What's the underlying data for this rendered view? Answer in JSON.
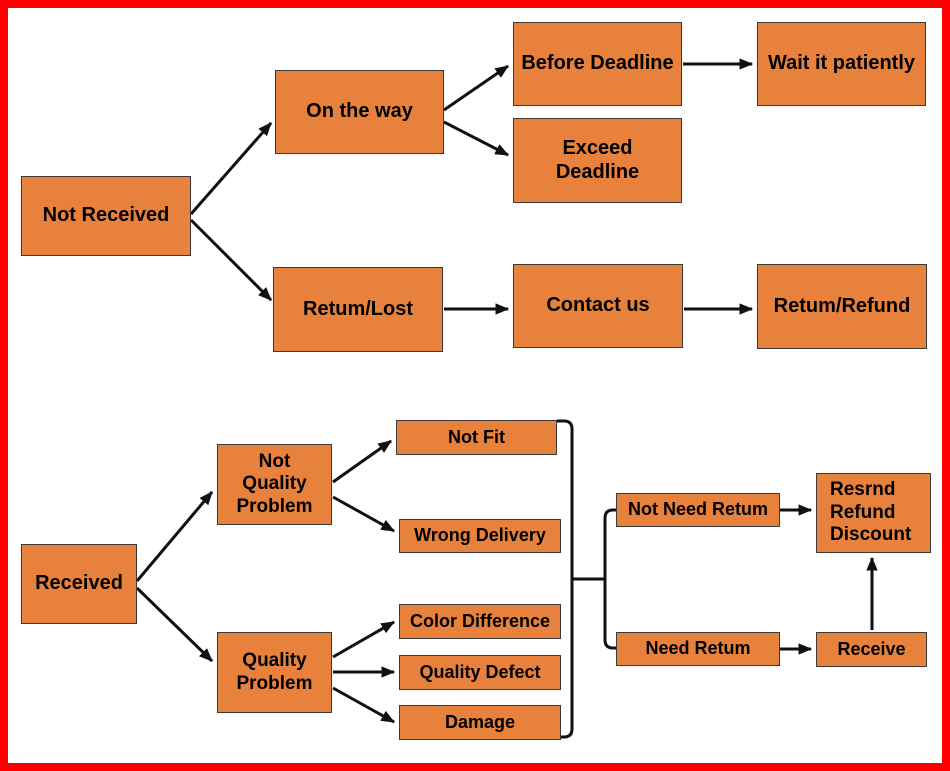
{
  "diagram": {
    "colors": {
      "node_fill": "#E8813B",
      "node_border": "#3A3A3A",
      "frame": "#FF0000",
      "connector": "#111111",
      "text": "#000000",
      "background": "#FFFFFF"
    },
    "nodes": {
      "not_received": {
        "label": "Not Received"
      },
      "on_the_way": {
        "label": "On the way"
      },
      "before_deadline": {
        "label": "Before Deadline"
      },
      "wait_it_patiently": {
        "label": "Wait it patiently"
      },
      "exceed_deadline": {
        "label": "Exceed Deadline"
      },
      "retum_lost": {
        "label": "Retum/Lost"
      },
      "contact_us": {
        "label": "Contact us"
      },
      "retum_refund": {
        "label": "Retum/Refund"
      },
      "received": {
        "label": "Received"
      },
      "not_quality_problem": {
        "label": "Not Quality Problem"
      },
      "quality_problem": {
        "label": "Quality Problem"
      },
      "not_fit": {
        "label": "Not Fit"
      },
      "wrong_delivery": {
        "label": "Wrong Delivery"
      },
      "color_difference": {
        "label": "Color Difference"
      },
      "quality_defect": {
        "label": "Quality Defect"
      },
      "damage": {
        "label": "Damage"
      },
      "not_need_retum": {
        "label": "Not Need Retum"
      },
      "need_retum": {
        "label": "Need Retum"
      },
      "resrnd_refund_discount": {
        "label": "Resrnd Refund Discount"
      },
      "receive": {
        "label": "Receive"
      }
    },
    "edges": [
      {
        "from": "not_received",
        "to": "on_the_way"
      },
      {
        "from": "not_received",
        "to": "retum_lost"
      },
      {
        "from": "on_the_way",
        "to": "before_deadline"
      },
      {
        "from": "on_the_way",
        "to": "exceed_deadline"
      },
      {
        "from": "before_deadline",
        "to": "wait_it_patiently"
      },
      {
        "from": "retum_lost",
        "to": "contact_us"
      },
      {
        "from": "contact_us",
        "to": "retum_refund"
      },
      {
        "from": "received",
        "to": "not_quality_problem"
      },
      {
        "from": "received",
        "to": "quality_problem"
      },
      {
        "from": "not_quality_problem",
        "to": "not_fit"
      },
      {
        "from": "not_quality_problem",
        "to": "wrong_delivery"
      },
      {
        "from": "quality_problem",
        "to": "color_difference"
      },
      {
        "from": "quality_problem",
        "to": "quality_defect"
      },
      {
        "from": "quality_problem",
        "to": "damage"
      },
      {
        "from": "not_fit+wrong_delivery+color_difference+quality_defect+damage",
        "to": "not_need_retum+need_retum",
        "style": "bracket"
      },
      {
        "from": "not_need_retum",
        "to": "resrnd_refund_discount"
      },
      {
        "from": "need_retum",
        "to": "receive"
      },
      {
        "from": "receive",
        "to": "resrnd_refund_discount"
      }
    ]
  }
}
